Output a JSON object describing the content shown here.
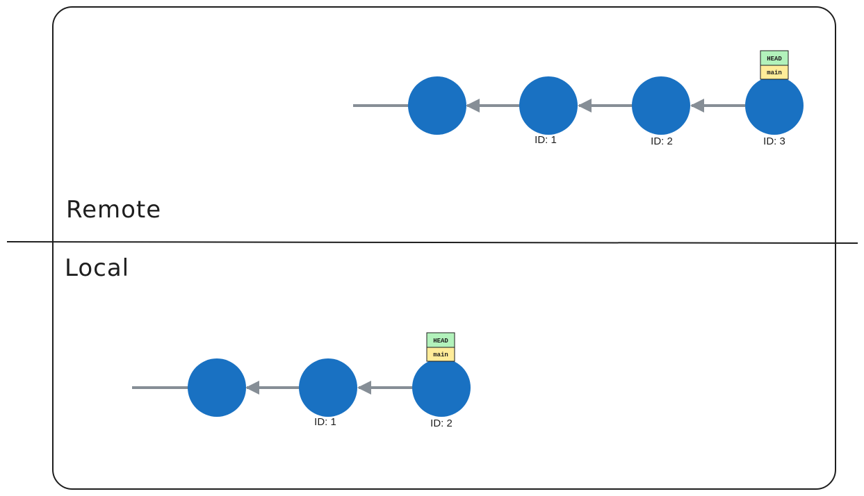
{
  "colors": {
    "commit": "#1971c2",
    "arrow": "#868e96",
    "head_fill": "#b2f2bb",
    "branch_fill": "#ffec99",
    "stroke": "#1e1e1e"
  },
  "sections": {
    "remote_label": "Remote",
    "local_label": "Local"
  },
  "remote": {
    "commits": [
      {
        "id_label": ""
      },
      {
        "id_label": "ID: 1"
      },
      {
        "id_label": "ID: 2"
      },
      {
        "id_label": "ID: 3"
      }
    ],
    "head_label": "HEAD",
    "branch_label": "main"
  },
  "local": {
    "commits": [
      {
        "id_label": ""
      },
      {
        "id_label": "ID: 1"
      },
      {
        "id_label": "ID: 2"
      }
    ],
    "head_label": "HEAD",
    "branch_label": "main"
  }
}
